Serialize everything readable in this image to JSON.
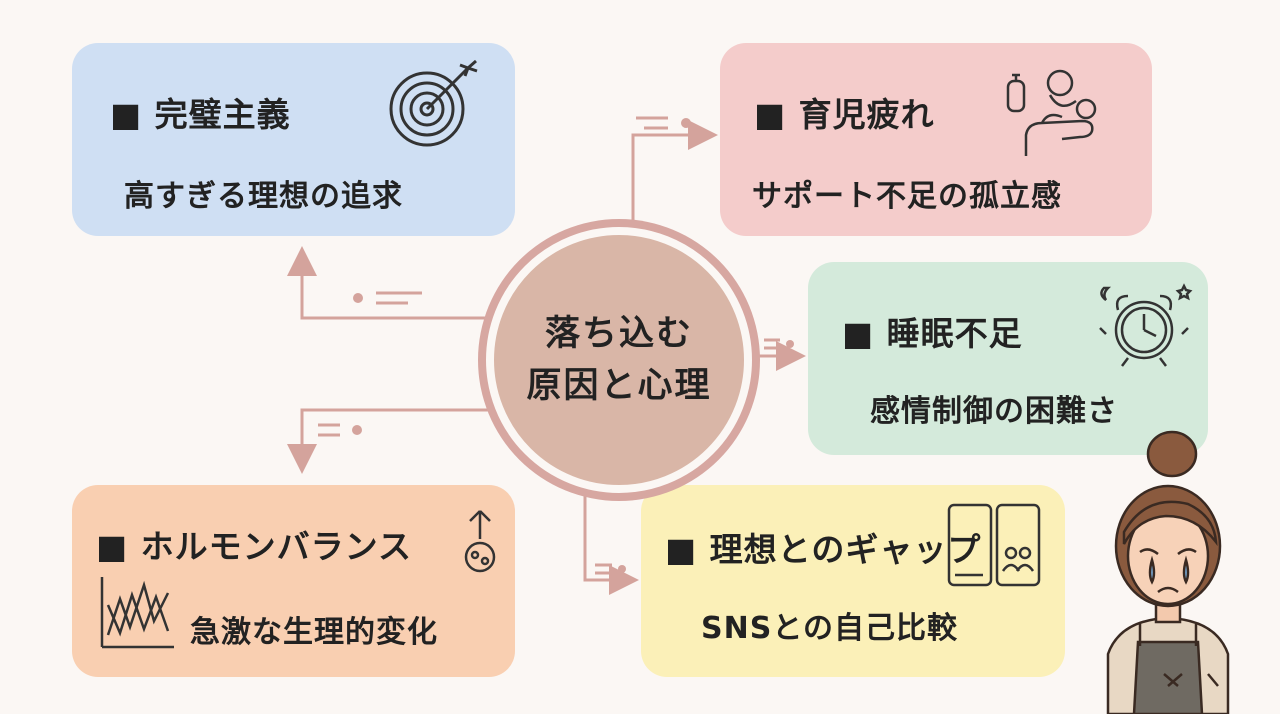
{
  "hub": {
    "line1": "落ち込む",
    "line2": "原因と心理"
  },
  "cards": {
    "perfectionism": {
      "title": "■ 完璧主義",
      "subtitle": "高すぎる理想の追求",
      "icon": "target-arrow-icon",
      "color": "#cfdff3"
    },
    "childcare": {
      "title": "■ 育児疲れ",
      "subtitle": "サポート不足の孤立感",
      "icon": "baby-care-icon",
      "color": "#f4cccb"
    },
    "sleep": {
      "title": "■ 睡眠不足",
      "subtitle": "感情制御の困難さ",
      "icon": "alarm-clock-icon",
      "color": "#d4eadb"
    },
    "hormone": {
      "title": "■ ホルモンバランス",
      "subtitle": "急激な生理的変化",
      "icon": "hormone-flask-icon",
      "color": "#f9cfb1"
    },
    "gap": {
      "title": "■ 理想とのギャップ",
      "subtitle": "SNSとの自己比較",
      "icon": "smartphones-icon",
      "color": "#fbf0b8"
    }
  },
  "colors": {
    "background": "#fbf7f4",
    "connector": "#d4a39c",
    "hub_ring": "#d7a7a1",
    "hub_fill": "#d9b6a7"
  }
}
